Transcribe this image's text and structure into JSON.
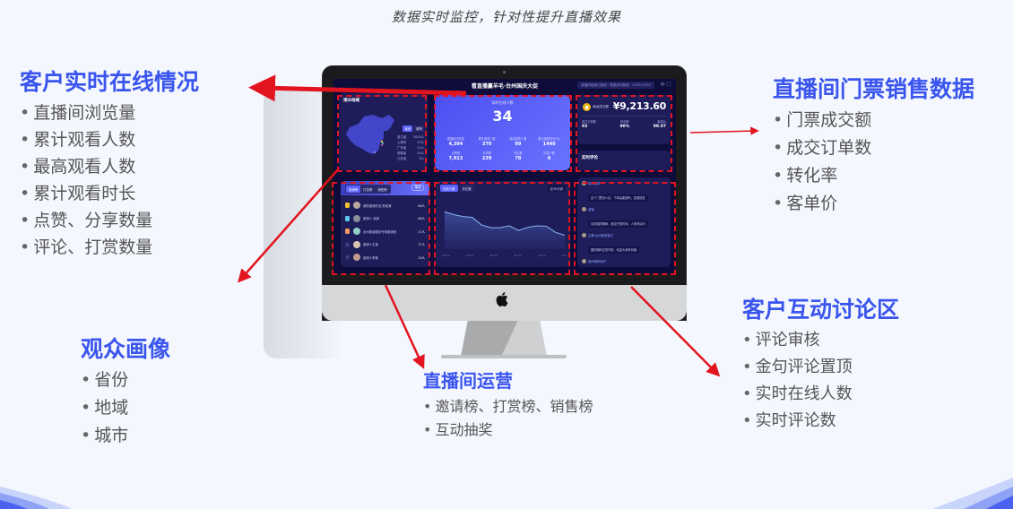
{
  "subtitle": "数据实时监控，针对性提升直播效果",
  "annotations": {
    "online": {
      "title": "客户实时在线情况",
      "items": [
        "直播间浏览量",
        "累计观看人数",
        "最高观看人数",
        "累计观看时长",
        "点赞、分享数量",
        "评论、打赏数量"
      ]
    },
    "ticket": {
      "title": "直播间门票销售数据",
      "items": [
        "门票成交额",
        "成交订单数",
        "转化率",
        "客单价"
      ]
    },
    "interact": {
      "title": "客户互动讨论区",
      "items": [
        "评论审核",
        "金句评论置顶",
        "实时在线人数",
        "实时评论数"
      ]
    },
    "audience": {
      "title": "观众画像",
      "items": [
        "省份",
        "地域",
        "城市"
      ]
    },
    "ops": {
      "title": "直播间运营",
      "items": [
        "邀请榜、打赏榜、销售榜",
        "互动抽奖"
      ]
    }
  },
  "screen": {
    "title": "看直播赢羊毛·台州国庆大促",
    "top_info": "直播间链接已复制 · 数据实时刷新 · 2023/10/01",
    "map": {
      "title": "观众地域",
      "toggle": [
        "省份",
        "城市"
      ],
      "rows": [
        {
          "name": "浙江省",
          "value": "1015人"
        },
        {
          "name": "上海市",
          "value": "15人"
        },
        {
          "name": "广东省",
          "value": "12人"
        },
        {
          "name": "安徽省",
          "value": "10人"
        },
        {
          "name": "江苏省",
          "value": "5人"
        }
      ]
    },
    "live": {
      "label": "实时在线人数",
      "value": "34",
      "stats": [
        {
          "label": "直播间浏览量",
          "value": "4,394"
        },
        {
          "label": "累计观看人数",
          "value": "370"
        },
        {
          "label": "最高观看人数",
          "value": "99"
        },
        {
          "label": "累计观看时长(分)",
          "value": "1440"
        },
        {
          "label": "点赞数",
          "value": "7,913"
        },
        {
          "label": "分享数",
          "value": "239"
        },
        {
          "label": "评论数",
          "value": "78"
        },
        {
          "label": "打赏人数",
          "value": "6"
        }
      ]
    },
    "sales": {
      "label": "商品成交额",
      "amount": "¥9,213.60",
      "stats": [
        {
          "label": "成交订单数",
          "value": "93"
        },
        {
          "label": "转化率",
          "value": "90%"
        },
        {
          "label": "客单价",
          "value": "99.07"
        }
      ]
    },
    "comment_header": {
      "title": "实时评论"
    },
    "rank": {
      "tabs": [
        "邀请榜",
        "打赏榜",
        "销售榜"
      ],
      "button": "抽奖",
      "rows": [
        {
          "rank": "1",
          "name": "我的邀请好友 陈某某",
          "value": "46人",
          "medal": "#f2c233"
        },
        {
          "rank": "2",
          "name": "邀请人 张某",
          "value": "46人",
          "medal": "#5ec7f0"
        },
        {
          "rank": "3",
          "name": "台州旅游国庆专场邀请官",
          "value": "17人",
          "medal": "#f09a5e"
        },
        {
          "rank": "4",
          "name": "邀请人王某",
          "value": "17人",
          "medal": "#3a3a80"
        },
        {
          "rank": "5",
          "name": "邀请人李某",
          "value": "13人",
          "medal": "#3a3a80"
        }
      ]
    },
    "chart": {
      "tabs": [
        "在线人数",
        "评论数"
      ],
      "select": "近30分钟"
    },
    "comments": [
      {
        "user": "观众昵称",
        "text": "这个门票怎么买，下单后能退吗，急需回复"
      },
      {
        "user": "游客",
        "text": "请问国庆期间，景区开放时间，人多吗请问"
      },
      {
        "user": "主播 台州旅游官方",
        "text": "国庆期间正常开放，欢迎大家来玩哦"
      },
      {
        "user": "观众昵称用户",
        "text": "好"
      },
      {
        "user": "游客",
        "text": "好的"
      }
    ]
  },
  "chart_data": {
    "type": "area",
    "title": "实时在线人数",
    "x": [
      "20:00",
      "20:05",
      "20:10",
      "20:15",
      "20:20",
      "20:25"
    ],
    "values": [
      80,
      74,
      70,
      68,
      52,
      46,
      46,
      50,
      40,
      47,
      50,
      49,
      36,
      30
    ],
    "ylim": [
      0,
      100
    ]
  }
}
